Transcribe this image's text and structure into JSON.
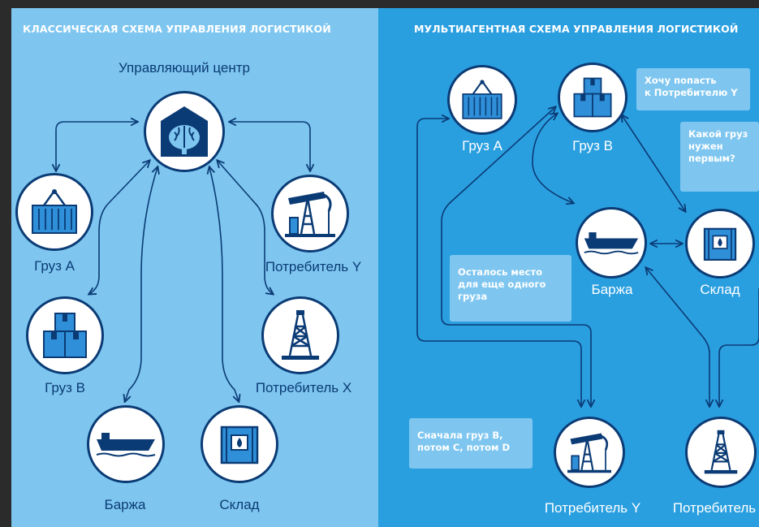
{
  "left_panel": {
    "title": "КЛАССИЧЕСКАЯ СХЕМА УПРАВЛЕНИЯ ЛОГИСТИКОЙ",
    "center_label": "Управляющий центр",
    "nodes": {
      "cargo_a": "Груз А",
      "cargo_b": "Груз В",
      "barge": "Баржа",
      "warehouse": "Склад",
      "consumer_y": "Потребитель Y",
      "consumer_x": "Потребитель Х"
    }
  },
  "right_panel": {
    "title": "МУЛЬТИАГЕНТНАЯ СХЕМА УПРАВЛЕНИЯ ЛОГИСТИКОЙ",
    "nodes": {
      "cargo_a": "Груз А",
      "cargo_b": "Груз В",
      "barge": "Баржа",
      "warehouse": "Склад",
      "consumer_y": "Потребитель Y",
      "consumer_x": "Потребитель Х"
    },
    "bubbles": {
      "cargo_b": [
        "Хочу попасть",
        "к Потребителю Y"
      ],
      "warehouse": [
        "Какой груз",
        "нужен",
        "первым?"
      ],
      "barge": [
        "Осталось место",
        "для еще одного",
        "груза"
      ],
      "consumer_y": [
        "Сначала груз В,",
        "потом С, потом D"
      ]
    }
  },
  "colors": {
    "left_bg": "#7ec6f0",
    "right_bg": "#2a9fe0",
    "dark_blue": "#0b3b75",
    "icon_blue": "#2f8fd8",
    "bubble_bg": "#7ec6f0",
    "frame_bg": "#2b2b2b"
  },
  "icons": [
    "brain-icon",
    "container-icon",
    "boxes-icon",
    "barge-icon",
    "tank-icon",
    "pumpjack-icon",
    "oil-rig-icon"
  ]
}
